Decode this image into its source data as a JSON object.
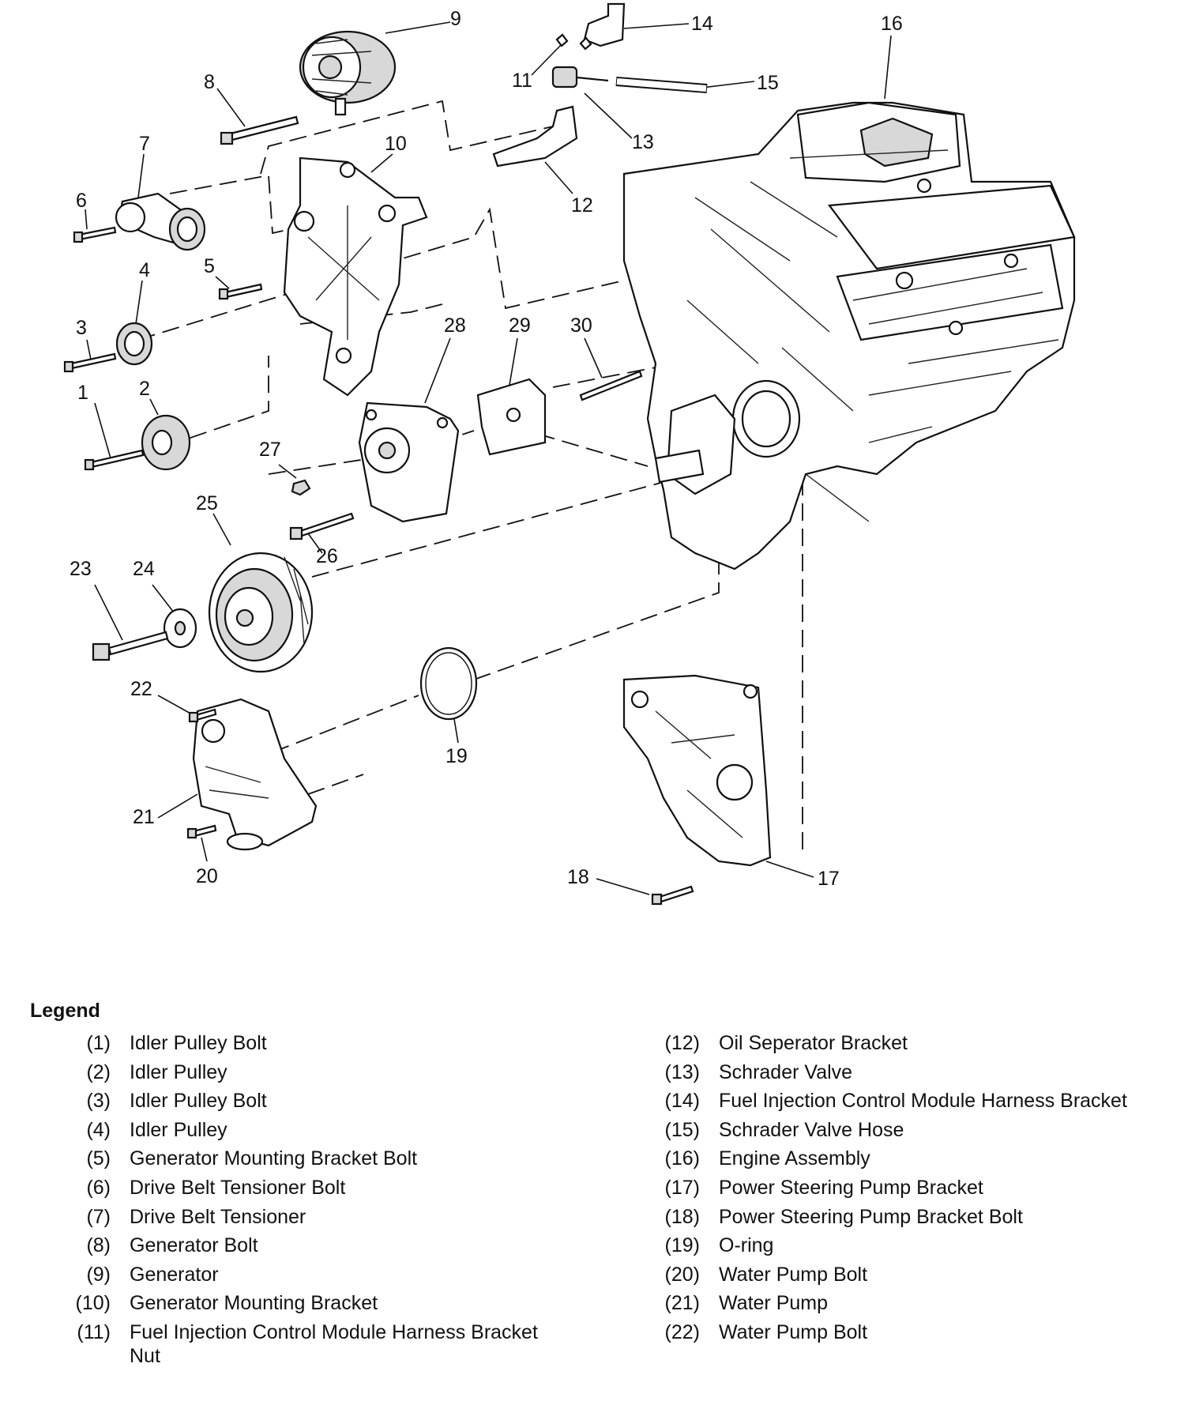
{
  "callouts": [
    "1",
    "2",
    "3",
    "4",
    "5",
    "6",
    "7",
    "8",
    "9",
    "10",
    "11",
    "12",
    "13",
    "14",
    "15",
    "16",
    "17",
    "18",
    "19",
    "20",
    "21",
    "22",
    "23",
    "24",
    "25",
    "26",
    "27",
    "28",
    "29",
    "30"
  ],
  "legend": {
    "title": "Legend",
    "left": [
      {
        "num": "(1)",
        "text": "Idler Pulley Bolt"
      },
      {
        "num": "(2)",
        "text": "Idler Pulley"
      },
      {
        "num": "(3)",
        "text": "Idler Pulley Bolt"
      },
      {
        "num": "(4)",
        "text": "Idler Pulley"
      },
      {
        "num": "(5)",
        "text": "Generator Mounting Bracket Bolt"
      },
      {
        "num": "(6)",
        "text": "Drive Belt Tensioner Bolt"
      },
      {
        "num": "(7)",
        "text": "Drive Belt Tensioner"
      },
      {
        "num": "(8)",
        "text": "Generator Bolt"
      },
      {
        "num": "(9)",
        "text": "Generator"
      },
      {
        "num": "(10)",
        "text": "Generator Mounting Bracket"
      },
      {
        "num": "(11)",
        "text": "Fuel Injection Control Module Harness Bracket Nut"
      }
    ],
    "right": [
      {
        "num": "(12)",
        "text": "Oil Seperator Bracket"
      },
      {
        "num": "(13)",
        "text": "Schrader Valve"
      },
      {
        "num": "(14)",
        "text": "Fuel Injection Control Module Harness Bracket"
      },
      {
        "num": "(15)",
        "text": "Schrader Valve Hose"
      },
      {
        "num": "(16)",
        "text": "Engine Assembly"
      },
      {
        "num": "(17)",
        "text": "Power Steering Pump Bracket"
      },
      {
        "num": "(18)",
        "text": "Power Steering Pump Bracket Bolt"
      },
      {
        "num": "(19)",
        "text": "O-ring"
      },
      {
        "num": "(20)",
        "text": "Water Pump Bolt"
      },
      {
        "num": "(21)",
        "text": "Water Pump"
      },
      {
        "num": "(22)",
        "text": "Water Pump Bolt"
      }
    ]
  }
}
